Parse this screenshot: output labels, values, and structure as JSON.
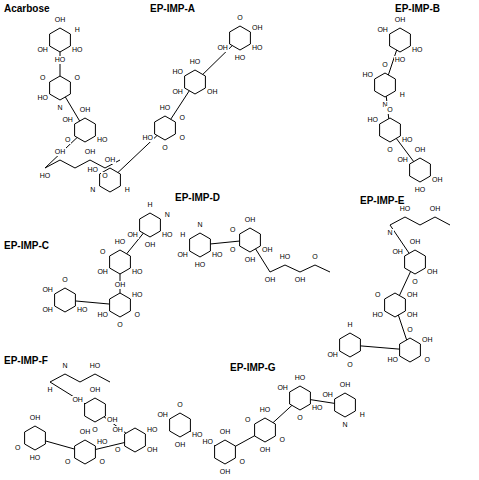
{
  "diagram": {
    "labels": [
      "Acarbose",
      "HO",
      "HO",
      "OH",
      "OH",
      "H",
      "N",
      "HO",
      "O",
      "O",
      "HO",
      "O",
      "OH",
      "OH",
      "HO",
      "OH",
      "OH",
      "O",
      "EP-IMP-A",
      "HO",
      "HO",
      "OH",
      "O",
      "OH",
      "OH",
      "OH",
      "HO",
      "HO",
      "O",
      "O",
      "HO",
      "HO",
      "O",
      "H",
      "N",
      "HO",
      "OH",
      "EP-IMP-B",
      "HO",
      "HO",
      "OH",
      "OH",
      "H",
      "N",
      "HO",
      "O",
      "HO",
      "O",
      "HO",
      "O",
      "OH",
      "HO",
      "OH",
      "OH",
      "EP-IMP-C",
      "HO",
      "OH",
      "OH",
      "H",
      "N",
      "HO",
      "OH",
      "O",
      "HO",
      "O",
      "O",
      "HO",
      "OH",
      "HO",
      "HO",
      "OH",
      "OH",
      "O",
      "EP-IMP-D",
      "HO",
      "HO",
      "OH",
      "H",
      "N",
      "OH",
      "OH",
      "O",
      "O",
      "OH",
      "OH",
      "HO",
      "OH",
      "O",
      "EP-IMP-E",
      "OH",
      "O",
      "OH",
      "OH",
      "OH",
      "HO",
      "O",
      "OH",
      "O",
      "HO",
      "O",
      "OH",
      "O",
      "OH",
      "H",
      "N",
      "HO",
      "OH",
      "EP-IMP-F",
      "OH",
      "O",
      "OH",
      "OH",
      "OH",
      "O",
      "OH",
      "HO",
      "O",
      "O",
      "OH",
      "HO",
      "HO",
      "O",
      "OH",
      "H",
      "N",
      "HO",
      "EP-IMP-G",
      "H",
      "N",
      "OH",
      "OH",
      "HO",
      "O",
      "OH",
      "HO",
      "O",
      "OH",
      "O",
      "HO",
      "O",
      "OH",
      "HO",
      "OH",
      "HO",
      "OH",
      "OH",
      "O"
    ]
  }
}
